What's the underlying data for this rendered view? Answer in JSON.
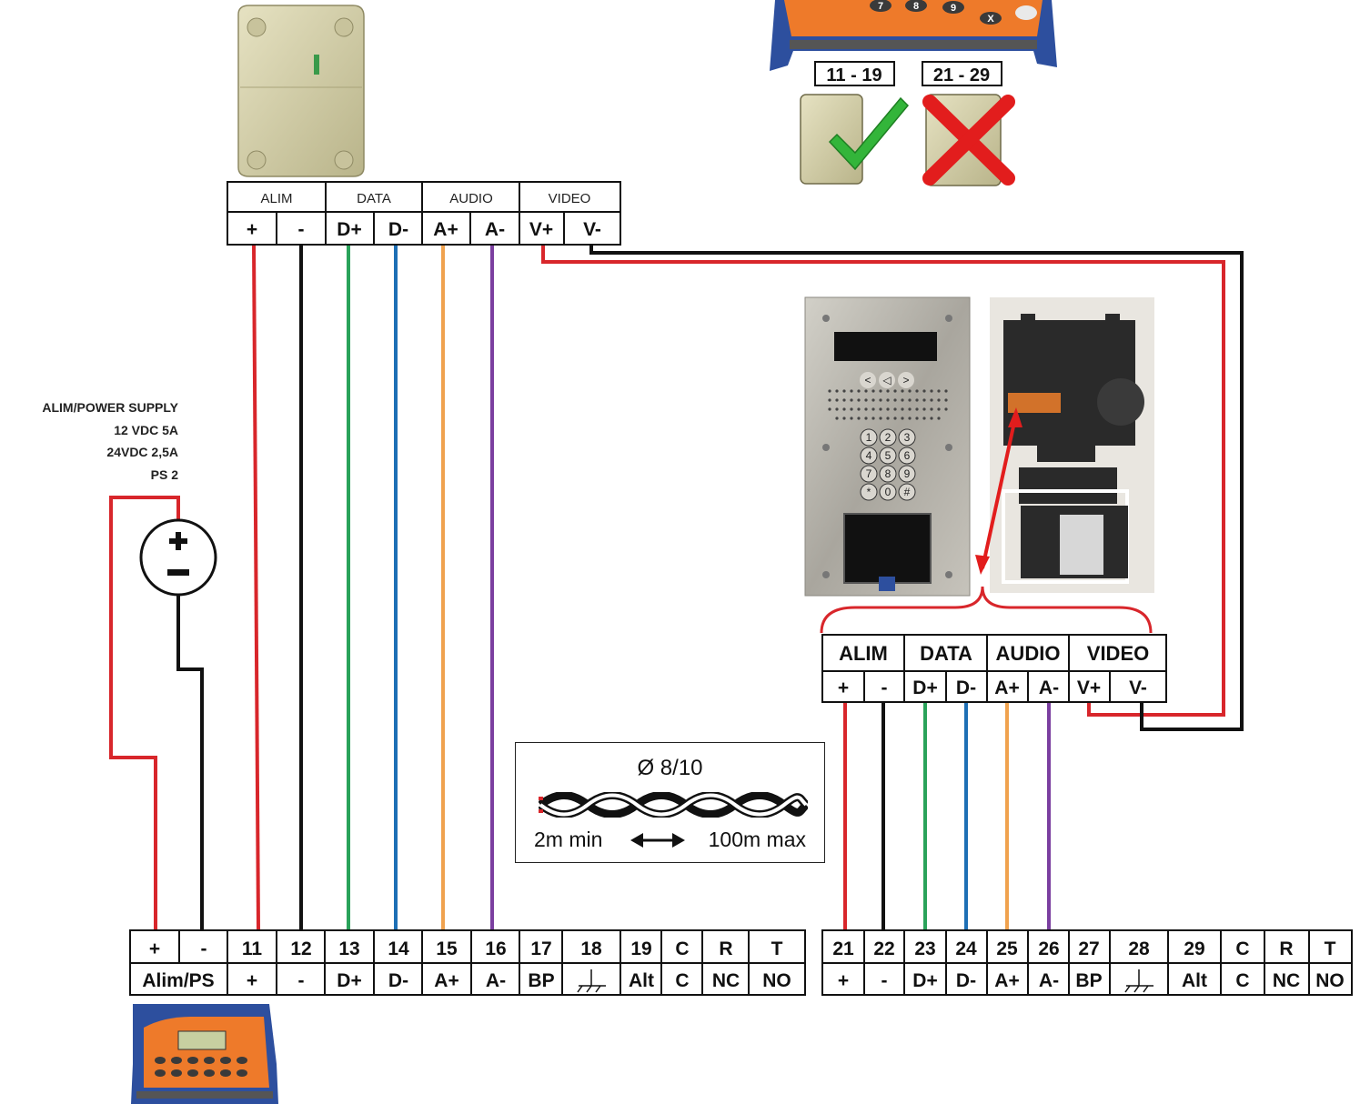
{
  "colors": {
    "red": "#d8262b",
    "black": "#111111",
    "green": "#2aa35a",
    "blue": "#1d6fb5",
    "orange": "#f0a24e",
    "purple": "#7b3fa0",
    "module_beige": "#d9d4ac",
    "central_blue": "#2d4f9e",
    "central_orange": "#ee7a2a",
    "panel_steel": "#b8b5ad",
    "check_green": "#33b53a",
    "cross_red": "#e21d1d"
  },
  "icons": {
    "psu": "dc-power-symbol-icon",
    "ground": "ground-symbol-icon",
    "check": "green-check-icon",
    "cross": "red-cross-icon",
    "arrow": "double-arrow-icon"
  },
  "top_selector": {
    "left_range": "11 - 19",
    "right_range": "21 - 29",
    "keypad_keys": [
      "7",
      "8",
      "9",
      "X"
    ]
  },
  "top_module_terminal": {
    "groups": [
      "ALIM",
      "DATA",
      "AUDIO",
      "VIDEO"
    ],
    "pins": [
      "+",
      "-",
      "D+",
      "D-",
      "A+",
      "A-",
      "V+",
      "V-"
    ]
  },
  "right_panel_terminal": {
    "groups": [
      "ALIM",
      "DATA",
      "AUDIO",
      "VIDEO"
    ],
    "pins": [
      "+",
      "-",
      "D+",
      "D-",
      "A+",
      "A-",
      "V+",
      "V-"
    ]
  },
  "power_supply": {
    "lines": [
      "ALIM/POWER SUPPLY",
      "12 VDC 5A",
      "24VDC 2,5A",
      "PS 2"
    ],
    "plus": "+",
    "minus": "−"
  },
  "cable": {
    "diameter": "Ø 8/10",
    "min": "2m min",
    "max": "100m max"
  },
  "central_left_terminal": {
    "top": [
      "+",
      "-",
      "11",
      "12",
      "13",
      "14",
      "15",
      "16",
      "17",
      "18",
      "19",
      "C",
      "R",
      "T"
    ],
    "bottom": [
      "Alim/PS",
      "+",
      "-",
      "D+",
      "D-",
      "A+",
      "A-",
      "BP",
      "",
      "Alt",
      "C",
      "NC",
      "NO"
    ]
  },
  "central_right_terminal": {
    "top": [
      "21",
      "22",
      "23",
      "24",
      "25",
      "26",
      "27",
      "28",
      "29",
      "C",
      "R",
      "T"
    ],
    "bottom": [
      "+",
      "-",
      "D+",
      "D-",
      "A+",
      "A-",
      "BP",
      "",
      "Alt",
      "C",
      "NC",
      "NO"
    ]
  },
  "panel": {
    "keys": [
      "1",
      "2",
      "3",
      "4",
      "5",
      "6",
      "7",
      "8",
      "9",
      "*",
      "0",
      "#"
    ],
    "nav_keys": [
      "<",
      "◁",
      ">"
    ]
  }
}
